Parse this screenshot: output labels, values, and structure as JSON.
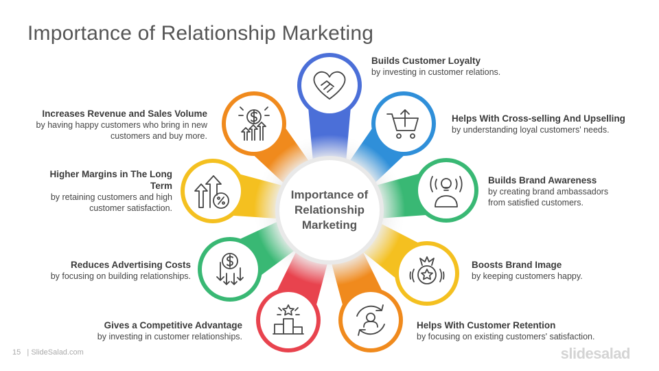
{
  "title": "Importance of Relationship Marketing",
  "center_label": "Importance of Relationship Marketing",
  "footer": {
    "page_number": "15",
    "site": "| SlideSalad.com",
    "brand": "slidesalad"
  },
  "colors": {
    "blue": "#4b6fd8",
    "sky": "#2f8fd9",
    "green": "#39b874",
    "yellow": "#f4c020",
    "orange": "#f08a1d",
    "red": "#e8434e",
    "text": "#444444"
  },
  "items": [
    {
      "key": "loyalty",
      "icon": "handshake-heart-icon",
      "color": "#4b6fd8",
      "heading": "Builds Customer Loyalty",
      "description": "by investing in customer relations."
    },
    {
      "key": "cross_selling",
      "icon": "shopping-cart-icon",
      "color": "#2f8fd9",
      "heading": "Helps With Cross-selling And Upselling",
      "description": "by understanding loyal customers' needs."
    },
    {
      "key": "awareness",
      "icon": "speaker-idea-icon",
      "color": "#39b874",
      "heading": "Builds Brand Awareness",
      "description": "by creating brand ambassadors from satisfied customers."
    },
    {
      "key": "image",
      "icon": "star-badge-icon",
      "color": "#f4c020",
      "heading": "Boosts Brand Image",
      "description": "by keeping customers happy."
    },
    {
      "key": "retention",
      "icon": "customer-cycle-icon",
      "color": "#f08a1d",
      "heading": "Helps With Customer Retention",
      "description": "by focusing on existing customers' satisfaction."
    },
    {
      "key": "competitive",
      "icon": "podium-icon",
      "color": "#e8434e",
      "heading": "Gives a Competitive Advantage",
      "description": "by investing in customer relationships."
    },
    {
      "key": "advertising",
      "icon": "money-down-icon",
      "color": "#39b874",
      "heading": "Reduces Advertising Costs",
      "description": "by focusing on building relationships."
    },
    {
      "key": "margins",
      "icon": "percent-growth-icon",
      "color": "#f4c020",
      "heading": "Higher Margins in The Long Term",
      "description": "by retaining customers and high customer satisfaction."
    },
    {
      "key": "revenue",
      "icon": "dollar-growth-icon",
      "color": "#f08a1d",
      "heading": "Increases Revenue and Sales Volume",
      "description": "by having happy customers who bring in new customers and buy more."
    }
  ]
}
